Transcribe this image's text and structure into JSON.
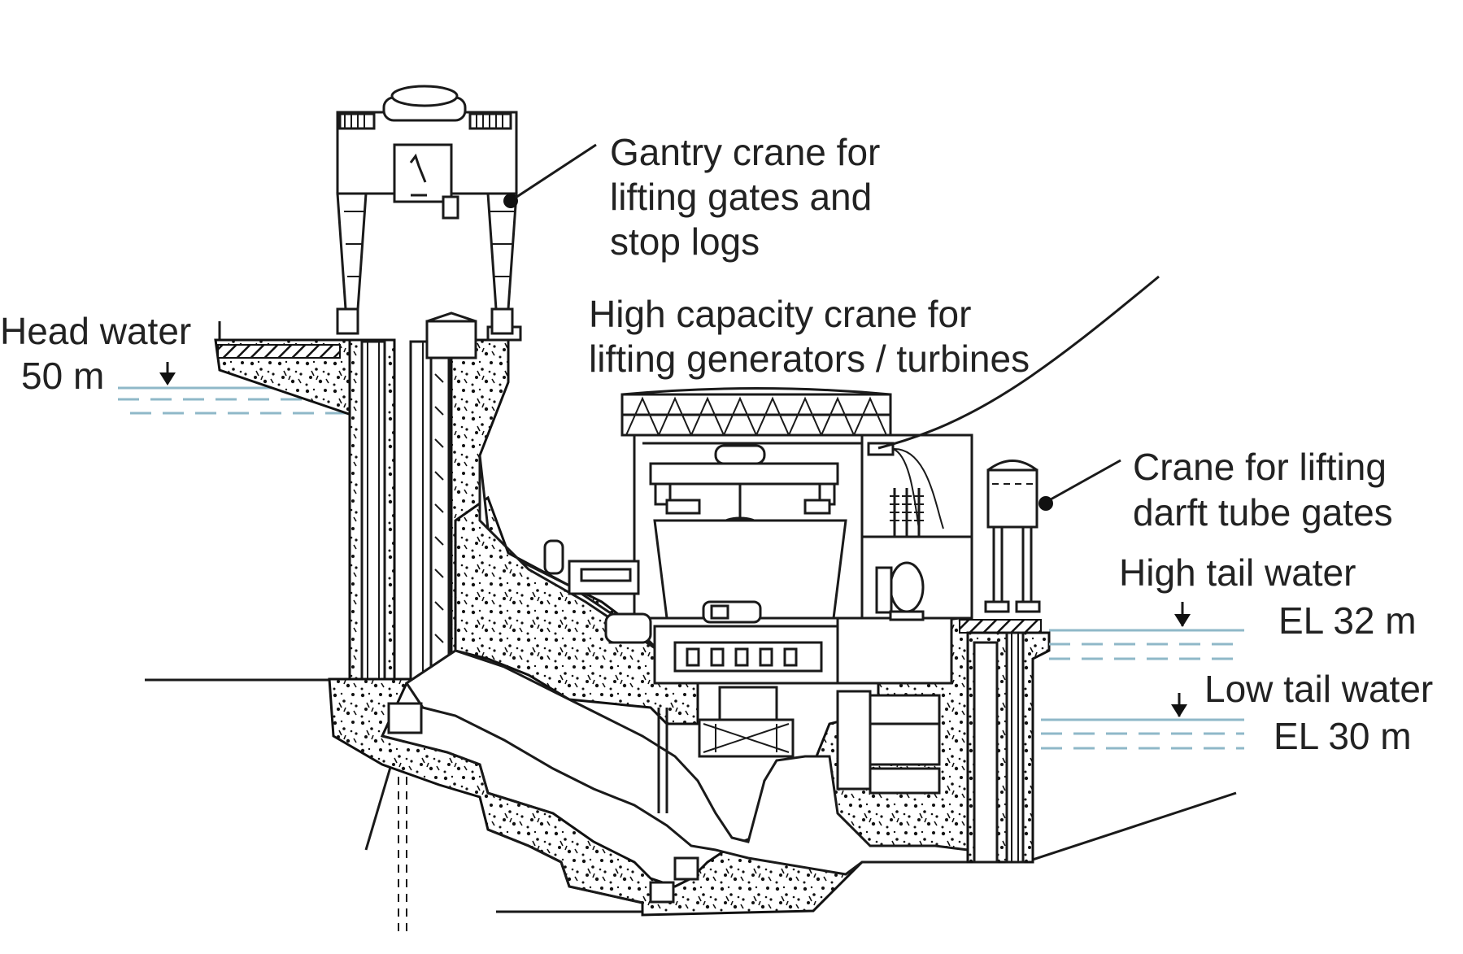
{
  "labels": {
    "gantry_crane": [
      "Gantry crane for",
      "lifting gates and",
      "stop logs"
    ],
    "high_capacity_crane": [
      "High capacity crane for",
      "lifting generators / turbines"
    ],
    "draft_tube_crane": [
      "Crane for lifting",
      "darft tube gates"
    ],
    "head_water": [
      "Head water",
      "50 m"
    ],
    "high_tail_water": [
      "High tail water",
      "EL 32 m"
    ],
    "low_tail_water": [
      "Low tail water",
      "EL 30 m"
    ]
  },
  "colors": {
    "line": "#1a1a1a",
    "water": "#8fb8c8",
    "text": "#222222"
  }
}
